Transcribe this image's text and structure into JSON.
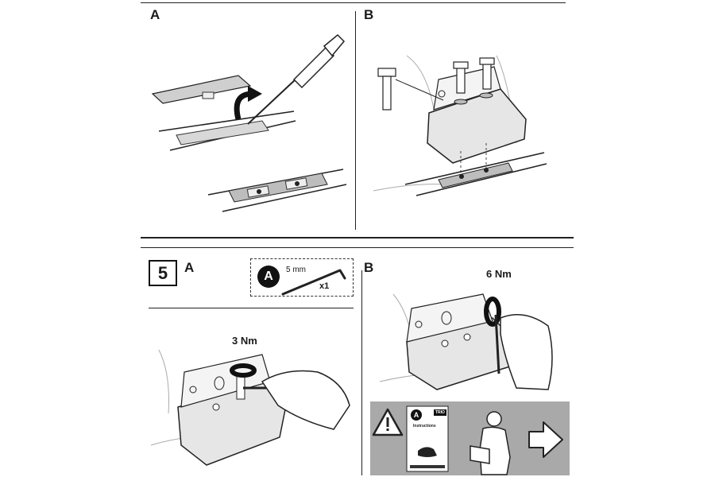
{
  "top_section": {
    "panel_a_label": "A",
    "panel_b_label": "B"
  },
  "step5": {
    "step_number": "5",
    "panel_a_label": "A",
    "panel_b_label": "B",
    "tool": {
      "badge": "A",
      "size": "5 mm",
      "quantity": "x1",
      "icon": "allen-key-icon"
    },
    "torque_a": "3 Nm",
    "torque_b": "6 Nm"
  },
  "info_panel": {
    "manual_badge": "A",
    "manual_tag": "TRIO",
    "manual_title": "Instructions",
    "icons": [
      "warning-icon",
      "manual-icon",
      "person-reading-icon",
      "next-arrow-icon"
    ]
  }
}
